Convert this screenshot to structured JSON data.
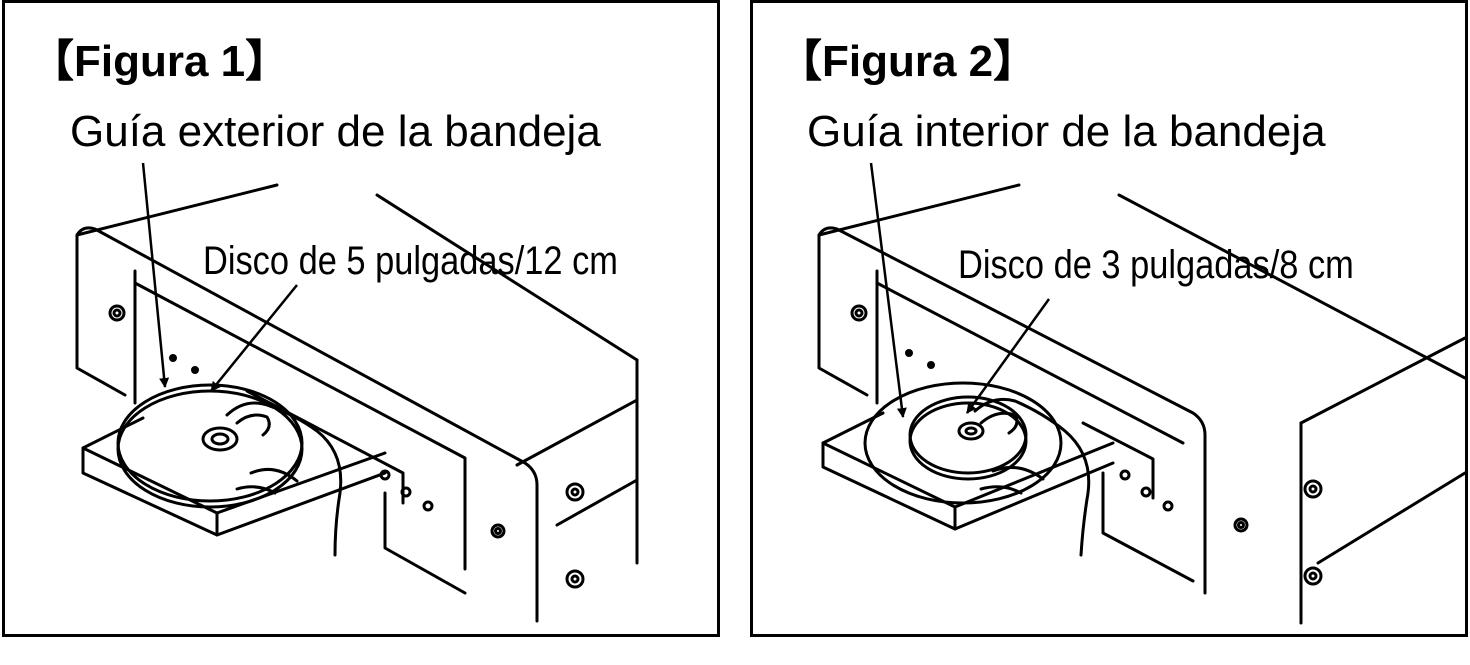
{
  "figures": [
    {
      "title": "【Figura 1】",
      "guide_label": "Guía exterior de la bandeja",
      "disc_label": "Disco de 5 pulgadas/12 cm"
    },
    {
      "title": "【Figura 2】",
      "guide_label": "Guía interior de la bandeja",
      "disc_label": "Disco de 3 pulgadas/8 cm"
    }
  ]
}
